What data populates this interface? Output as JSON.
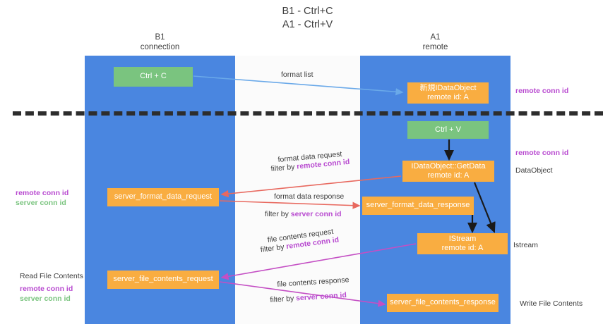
{
  "title": {
    "line1": "B1 - Ctrl+C",
    "line2": "A1 - Ctrl+V"
  },
  "lanes": [
    {
      "name": "B1",
      "subtitle": "connection",
      "color": "#4a86e0"
    },
    {
      "name": "A1",
      "subtitle": "remote",
      "color": "#4a86e0"
    }
  ],
  "nodes": {
    "ctrl_c": {
      "label": "Ctrl + C",
      "color": "#7ac47f"
    },
    "idataobject": {
      "label": "新規IDataObject",
      "sub": "remote id: A",
      "color": "#f9ad41"
    },
    "ctrl_v": {
      "label": "Ctrl + V",
      "color": "#7ac47f"
    },
    "getdata": {
      "label": "IDataObject::GetData",
      "sub": "remote id: A",
      "color": "#f9ad41"
    },
    "server_format_data_request": {
      "label": "server_format_data_request",
      "color": "#f9ad41"
    },
    "server_format_data_response": {
      "label": "server_format_data_response",
      "color": "#f9ad41"
    },
    "istream": {
      "label": "IStream",
      "sub": "remote id: A",
      "color": "#f9ad41"
    },
    "server_file_contents_request": {
      "label": "server_file_contents_request",
      "color": "#f9ad41"
    },
    "server_file_contents_response": {
      "label": "server_file_contents_response",
      "color": "#f9ad41"
    }
  },
  "edge_labels": {
    "format_list": "format list",
    "format_data_request": "format data request",
    "filter_by": "filter by ",
    "remote_conn_id": "remote conn id",
    "server_conn_id": "server conn id",
    "format_data_response": "format data response",
    "file_contents_request": "file contents request",
    "file_contents_response": "file contents response"
  },
  "annotations": {
    "left_mid_line1": "remote conn id",
    "left_mid_line2": "server conn id",
    "read_file_contents": "Read File Contents",
    "left_bottom_line1": "remote conn id",
    "left_bottom_line2": "server conn id",
    "right_remote_conn_id_top": "remote conn id",
    "right_remote_conn_id_mid": "remote conn id",
    "dataobject": "DataObject",
    "istream": "Istream",
    "write_file_contents": "Write File Contents"
  },
  "colors": {
    "lane": "#4a86e0",
    "orange": "#f9ad41",
    "green": "#7ac47f",
    "purple": "#b84ad0",
    "arrow_blue": "#6aa9e9",
    "arrow_red": "#e8695f",
    "arrow_magenta": "#c44fc4",
    "arrow_black": "#1a1a1a",
    "separator": "#2d2d2d"
  }
}
